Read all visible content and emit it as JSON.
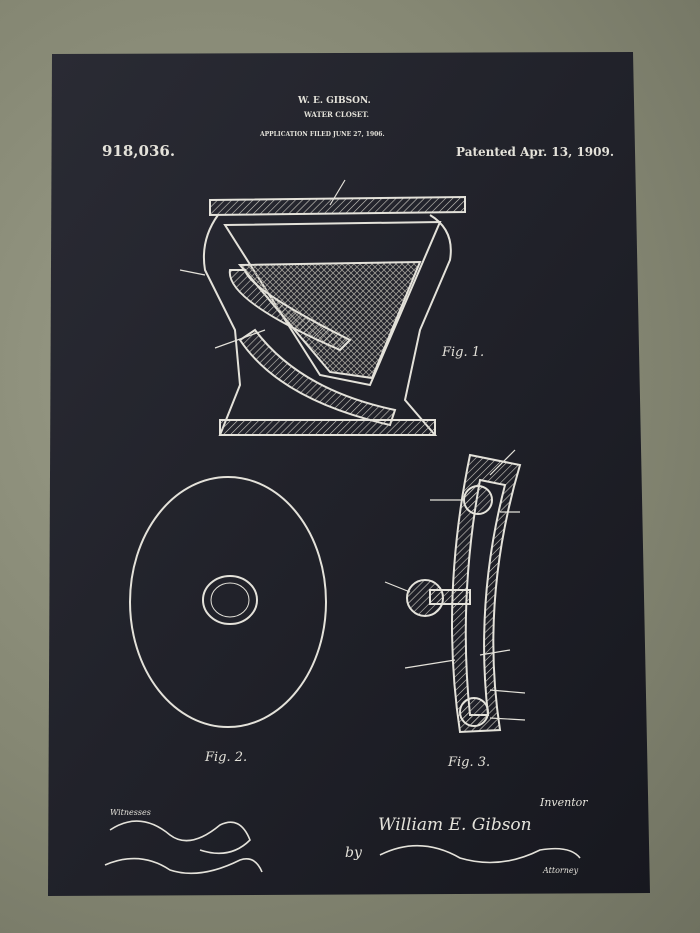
{
  "patent": {
    "inventor_header": "W. E. GIBSON.",
    "title": "WATER CLOSET.",
    "application": "APPLICATION FILED JUNE 27, 1906.",
    "number": "918,036.",
    "patented": "Patented Apr. 13, 1909."
  },
  "figures": {
    "fig1": "Fig. 1.",
    "fig2": "Fig. 2.",
    "fig3": "Fig. 3."
  },
  "signatures": {
    "witnesses": "Witnesses",
    "inventor_label": "Inventor",
    "inventor_name": "William E. Gibson",
    "by": "by",
    "attorney_label": "Attorney"
  },
  "colors": {
    "board": "#1f2029",
    "ink": "#e4e2da",
    "wall": "#8a8c78"
  }
}
